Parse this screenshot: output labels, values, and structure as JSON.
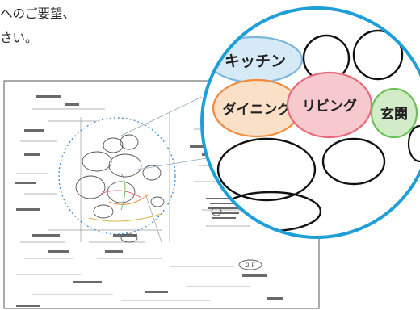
{
  "intro": {
    "line1": "へのご要望、",
    "line2": "さい。"
  },
  "zoom_bubbles": {
    "kitchen": "キッチン",
    "dining": "ダイニング",
    "living": "リビング",
    "entrance": "玄関"
  },
  "plan_note": "２Ｆ",
  "colors": {
    "kitchen_fill": "#d6e9f6",
    "kitchen_stroke": "#7bb6dd",
    "dining_fill": "#fbe0c8",
    "dining_stroke": "#f08a3c",
    "living_fill": "#f6c9cf",
    "living_stroke": "#e56a7a",
    "entrance_fill": "#d2ecc7",
    "entrance_stroke": "#6dbf5a",
    "zoom_border": "#1e9fd8",
    "dotted_circle": "#3a8fd0"
  }
}
